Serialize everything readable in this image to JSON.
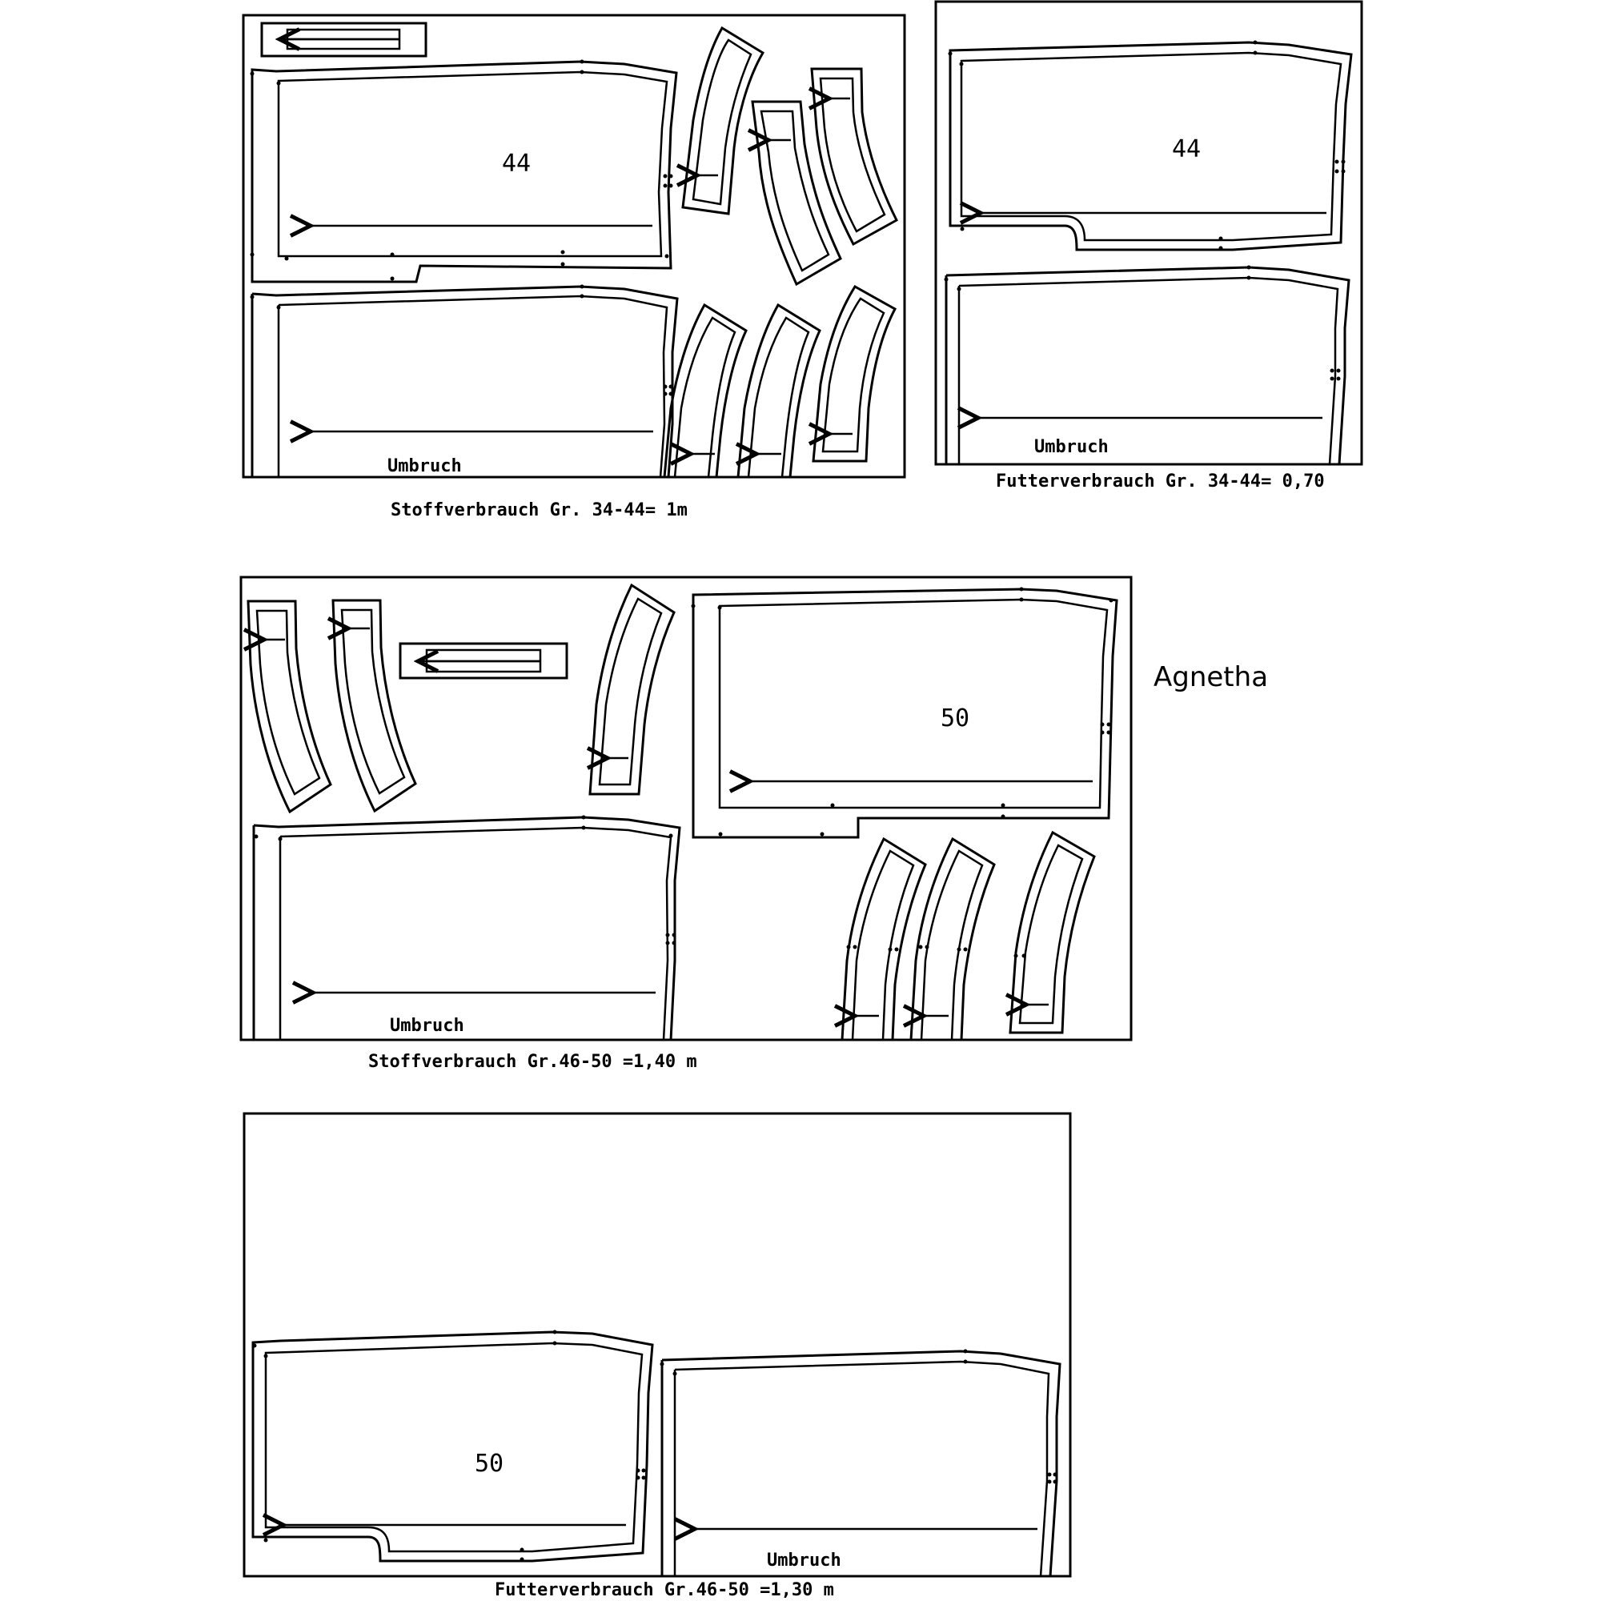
{
  "title": "Agnetha",
  "layouts": [
    {
      "id": "stoff-34-44",
      "size_label": "44",
      "fold_label": "Umbruch",
      "caption": "Stoffverbrauch Gr. 34-44= 1m"
    },
    {
      "id": "futter-34-44",
      "size_label": "44",
      "fold_label": "Umbruch",
      "caption": "Futterverbrauch Gr. 34-44= 0,70"
    },
    {
      "id": "stoff-46-50",
      "size_label": "50",
      "fold_label": "Umbruch",
      "caption": "Stoffverbrauch Gr.46-50 =1,40 m"
    },
    {
      "id": "futter-46-50",
      "size_label": "50",
      "fold_label": "Umbruch",
      "caption": "Futterverbrauch Gr.46-50 =1,30 m"
    }
  ],
  "colors": {
    "line": "#000000",
    "background": "#ffffff"
  }
}
